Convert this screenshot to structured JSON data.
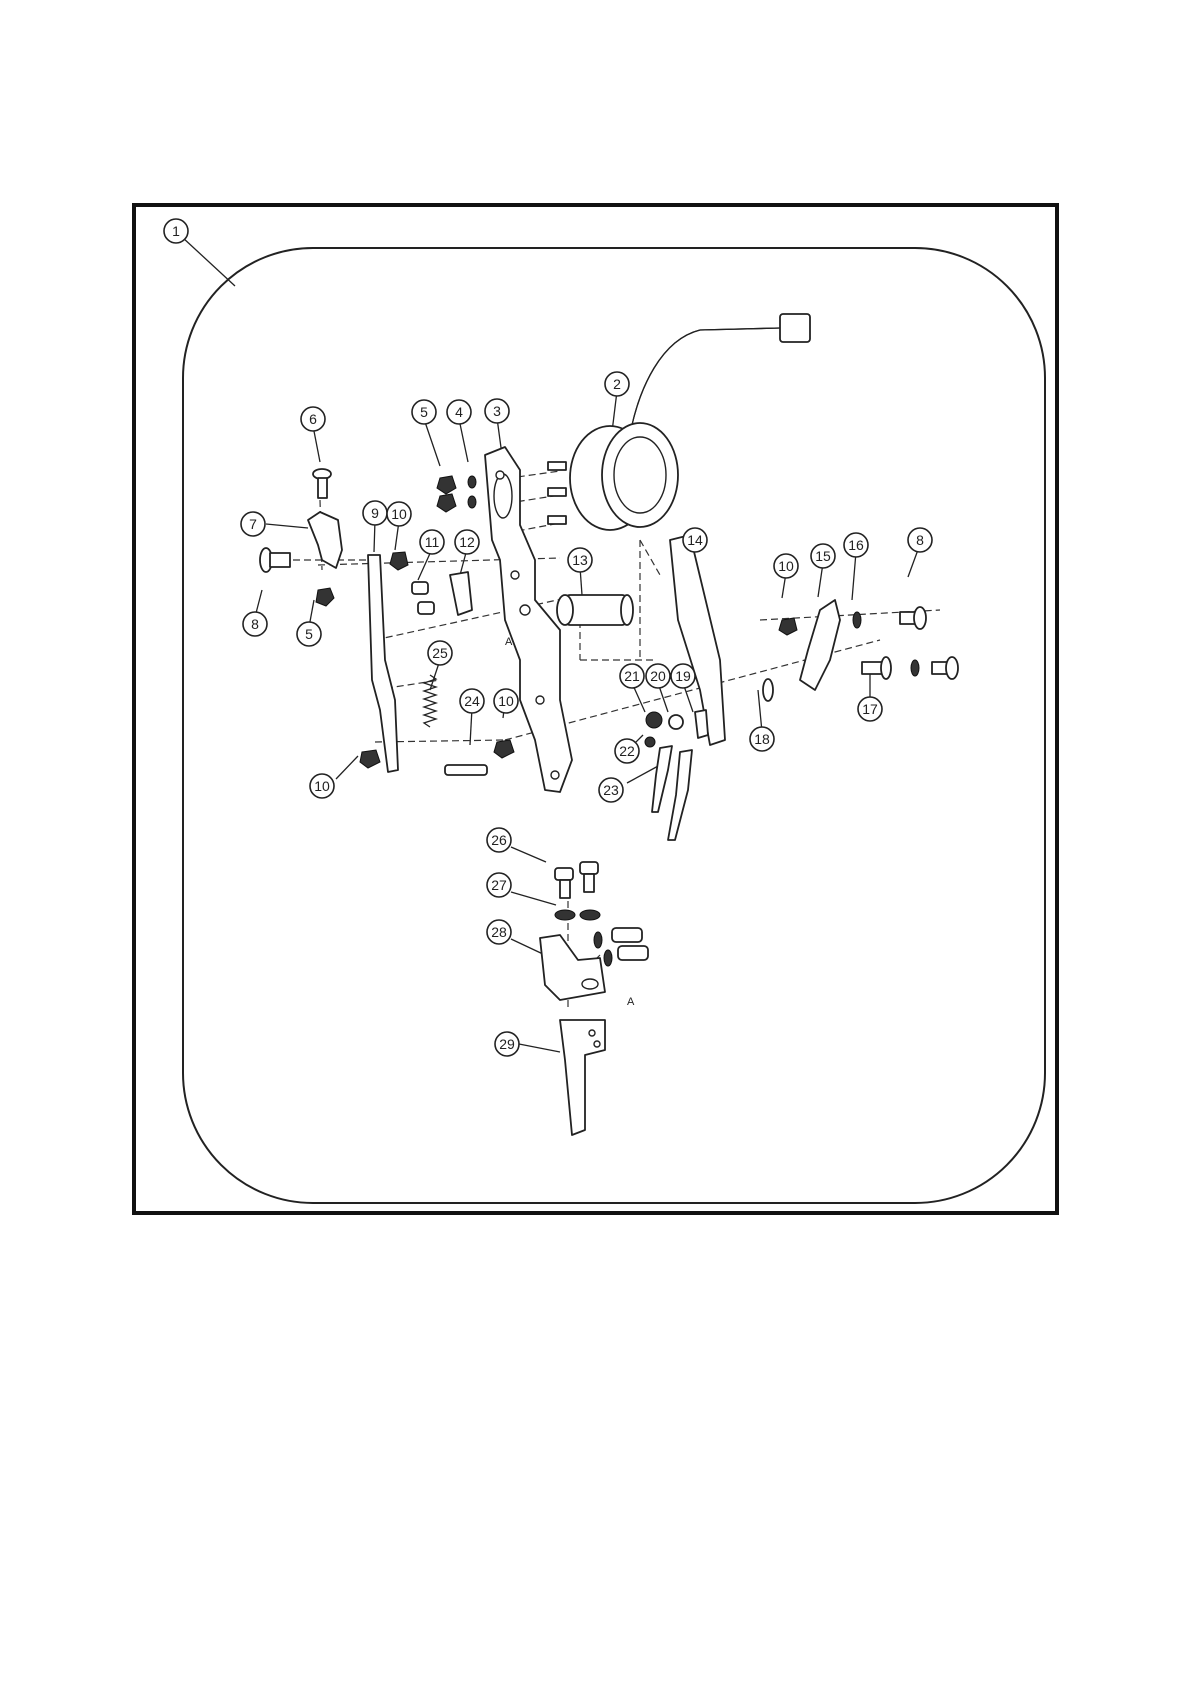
{
  "diagram": {
    "callouts": [
      {
        "id": "c1",
        "label": "1"
      },
      {
        "id": "c2",
        "label": "2"
      },
      {
        "id": "c3",
        "label": "3"
      },
      {
        "id": "c4",
        "label": "4"
      },
      {
        "id": "c5a",
        "label": "5"
      },
      {
        "id": "c5b",
        "label": "5"
      },
      {
        "id": "c6",
        "label": "6"
      },
      {
        "id": "c7",
        "label": "7"
      },
      {
        "id": "c8a",
        "label": "8"
      },
      {
        "id": "c8b",
        "label": "8"
      },
      {
        "id": "c9",
        "label": "9"
      },
      {
        "id": "c10a",
        "label": "10"
      },
      {
        "id": "c10b",
        "label": "10"
      },
      {
        "id": "c10c",
        "label": "10"
      },
      {
        "id": "c10d",
        "label": "10"
      },
      {
        "id": "c11",
        "label": "11"
      },
      {
        "id": "c12",
        "label": "12"
      },
      {
        "id": "c13",
        "label": "13"
      },
      {
        "id": "c14",
        "label": "14"
      },
      {
        "id": "c15",
        "label": "15"
      },
      {
        "id": "c16",
        "label": "16"
      },
      {
        "id": "c17",
        "label": "17"
      },
      {
        "id": "c18",
        "label": "18"
      },
      {
        "id": "c19",
        "label": "19"
      },
      {
        "id": "c20",
        "label": "20"
      },
      {
        "id": "c21",
        "label": "21"
      },
      {
        "id": "c22",
        "label": "22"
      },
      {
        "id": "c23",
        "label": "23"
      },
      {
        "id": "c24",
        "label": "24"
      },
      {
        "id": "c25",
        "label": "25"
      },
      {
        "id": "c26",
        "label": "26"
      },
      {
        "id": "c27",
        "label": "27"
      },
      {
        "id": "c28",
        "label": "28"
      },
      {
        "id": "c29",
        "label": "29"
      }
    ],
    "marks": {
      "a1": "A",
      "a2": "A"
    }
  }
}
